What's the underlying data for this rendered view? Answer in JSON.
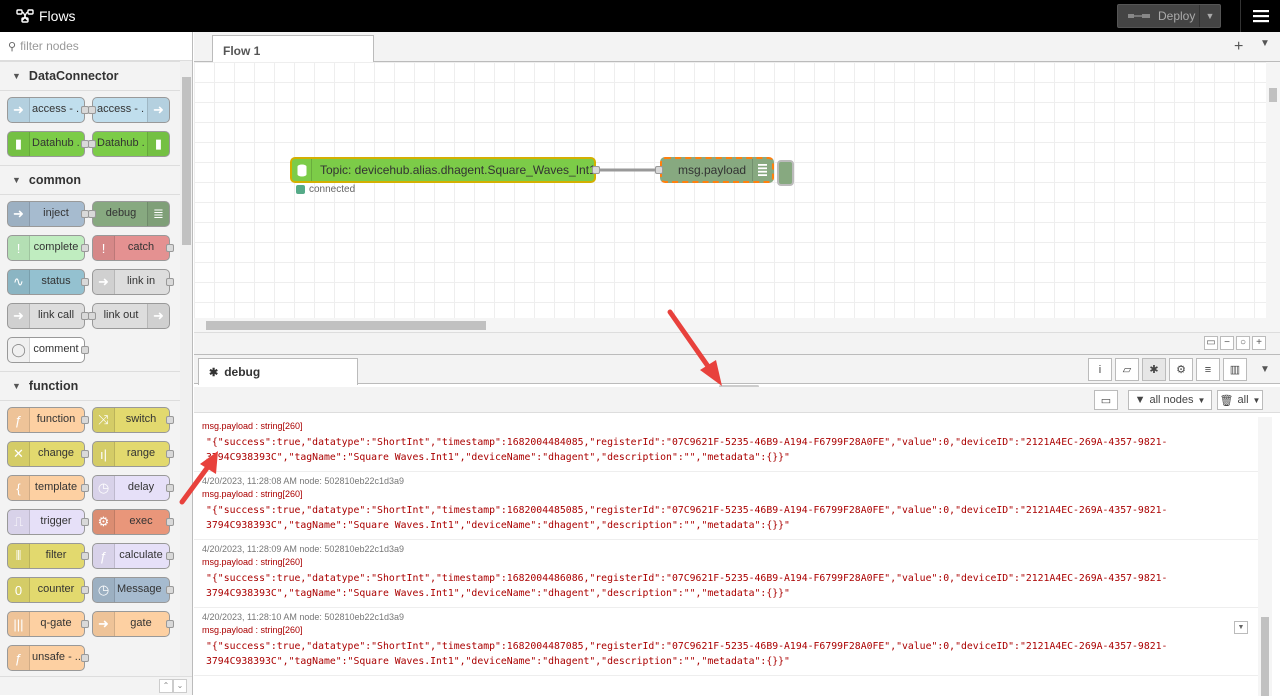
{
  "header": {
    "title": "Flows",
    "deploy_label": "Deploy"
  },
  "palette": {
    "search_placeholder": "filter nodes",
    "categories": [
      {
        "name": "DataConnector",
        "nodes": [
          {
            "label": "access - ...",
            "color": "#c0deed",
            "icon": "arrow",
            "side": "left"
          },
          {
            "label": "access - ...",
            "color": "#c0deed",
            "icon": "arrow",
            "side": "right"
          },
          {
            "label": "Datahub ...",
            "color": "#7ccc48",
            "icon": "db",
            "side": "left"
          },
          {
            "label": "Datahub ...",
            "color": "#7ccc48",
            "icon": "db",
            "side": "right"
          }
        ]
      },
      {
        "name": "common",
        "nodes": [
          {
            "label": "inject",
            "color": "#a6bbcf",
            "icon": "arrow",
            "side": "left"
          },
          {
            "label": "debug",
            "color": "#87a980",
            "icon": "list",
            "side": "right"
          },
          {
            "label": "complete",
            "color": "#c0edc0",
            "icon": "bang",
            "side": "left"
          },
          {
            "label": "catch",
            "color": "#e49191",
            "icon": "bang",
            "side": "left"
          },
          {
            "label": "status",
            "color": "#94c1d0",
            "icon": "pulse",
            "side": "left"
          },
          {
            "label": "link in",
            "color": "#dddddd",
            "icon": "arrow",
            "side": "left"
          },
          {
            "label": "link call",
            "color": "#dddddd",
            "icon": "arrow",
            "side": "left"
          },
          {
            "label": "link out",
            "color": "#dddddd",
            "icon": "arrow",
            "side": "right"
          },
          {
            "label": "comment",
            "color": "#ffffff",
            "icon": "bubble",
            "side": "left"
          }
        ]
      },
      {
        "name": "function",
        "nodes": [
          {
            "label": "function",
            "color": "#fdd0a2",
            "icon": "f",
            "side": "left"
          },
          {
            "label": "switch",
            "color": "#e2d96e",
            "icon": "switch",
            "side": "left"
          },
          {
            "label": "change",
            "color": "#e2d96e",
            "icon": "x",
            "side": "left"
          },
          {
            "label": "range",
            "color": "#e2d96e",
            "icon": "range",
            "side": "left"
          },
          {
            "label": "template",
            "color": "#fdd0a2",
            "icon": "brace",
            "side": "left"
          },
          {
            "label": "delay",
            "color": "#e6e0f8",
            "icon": "clock",
            "side": "left"
          },
          {
            "label": "trigger",
            "color": "#e6e0f8",
            "icon": "trig",
            "side": "left"
          },
          {
            "label": "exec",
            "color": "#e9967a",
            "icon": "gear",
            "side": "left"
          },
          {
            "label": "filter",
            "color": "#e2d96e",
            "icon": "filter",
            "side": "left"
          },
          {
            "label": "calculate",
            "color": "#e6e0f8",
            "icon": "f",
            "side": "left"
          },
          {
            "label": "counter",
            "color": "#e2d96e",
            "icon": "zero",
            "side": "left"
          },
          {
            "label": "Message ...",
            "color": "#a6bbcf",
            "icon": "clock",
            "side": "left"
          },
          {
            "label": "q-gate",
            "color": "#fdd0a2",
            "icon": "qgate",
            "side": "left"
          },
          {
            "label": "gate",
            "color": "#fdd0a2",
            "icon": "gate",
            "side": "left"
          },
          {
            "label": "unsafe - ...",
            "color": "#fdd0a2",
            "icon": "f",
            "side": "left"
          }
        ]
      }
    ]
  },
  "workspace": {
    "tab_label": "Flow 1",
    "node1_label": "Topic: devicehub.alias.dhagent.Square_Waves_Int1",
    "node1_status": "connected",
    "node2_label": "msg.payload"
  },
  "sidebar": {
    "tab_label": "debug",
    "filter_label": "all nodes",
    "clear_label": "all"
  },
  "debug_messages": [
    {
      "meta": "",
      "topic": "msg.payload : string[260]",
      "value": "\"{\"success\":true,\"datatype\":\"ShortInt\",\"timestamp\":1682004484085,\"registerId\":\"07C9621F-5235-46B9-A194-F6799F28A0FE\",\"value\":0,\"deviceID\":\"2121A4EC-269A-4357-9821-3794C938393C\",\"tagName\":\"Square Waves.Int1\",\"deviceName\":\"dhagent\",\"description\":\"\",\"metadata\":{}}\""
    },
    {
      "meta": "4/20/2023, 11:28:08 AM   node: 502810eb22c1d3a9",
      "topic": "msg.payload : string[260]",
      "value": "\"{\"success\":true,\"datatype\":\"ShortInt\",\"timestamp\":1682004485085,\"registerId\":\"07C9621F-5235-46B9-A194-F6799F28A0FE\",\"value\":0,\"deviceID\":\"2121A4EC-269A-4357-9821-3794C938393C\",\"tagName\":\"Square Waves.Int1\",\"deviceName\":\"dhagent\",\"description\":\"\",\"metadata\":{}}\""
    },
    {
      "meta": "4/20/2023, 11:28:09 AM   node: 502810eb22c1d3a9",
      "topic": "msg.payload : string[260]",
      "value": "\"{\"success\":true,\"datatype\":\"ShortInt\",\"timestamp\":1682004486086,\"registerId\":\"07C9621F-5235-46B9-A194-F6799F28A0FE\",\"value\":0,\"deviceID\":\"2121A4EC-269A-4357-9821-3794C938393C\",\"tagName\":\"Square Waves.Int1\",\"deviceName\":\"dhagent\",\"description\":\"\",\"metadata\":{}}\""
    },
    {
      "meta": "4/20/2023, 11:28:10 AM   node: 502810eb22c1d3a9",
      "topic": "msg.payload : string[260]",
      "value": "\"{\"success\":true,\"datatype\":\"ShortInt\",\"timestamp\":1682004487085,\"registerId\":\"07C9621F-5235-46B9-A194-F6799F28A0FE\",\"value\":0,\"deviceID\":\"2121A4EC-269A-4357-9821-3794C938393C\",\"tagName\":\"Square Waves.Int1\",\"deviceName\":\"dhagent\",\"description\":\"\",\"metadata\":{}}\""
    }
  ],
  "colors": {
    "header_bg": "#000000",
    "arrow": "#e8413c",
    "selected_outline": "#ff7f0e",
    "datahub_green": "#7ccc48",
    "debug_green": "#87a980"
  }
}
